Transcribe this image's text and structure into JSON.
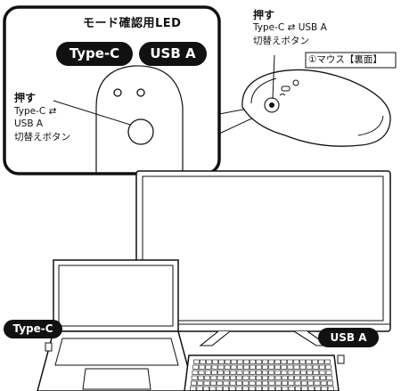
{
  "inset": {
    "led_title": "モード確認用LED",
    "pill_left": "Type-C",
    "pill_right": "USB A",
    "press_label": "押す",
    "switch_line1": "Type-C ⇄",
    "switch_line2": "USB A",
    "switch_line3": "切替えボタン"
  },
  "top_right": {
    "press_label": "押す",
    "switch_line1": "Type-C ⇄ USB A",
    "switch_line2": "切替えボタン",
    "mouse_caption": "①マウス【裏面】"
  },
  "bottom": {
    "laptop_pill": "Type-C",
    "keyboard_pill": "USB A"
  }
}
